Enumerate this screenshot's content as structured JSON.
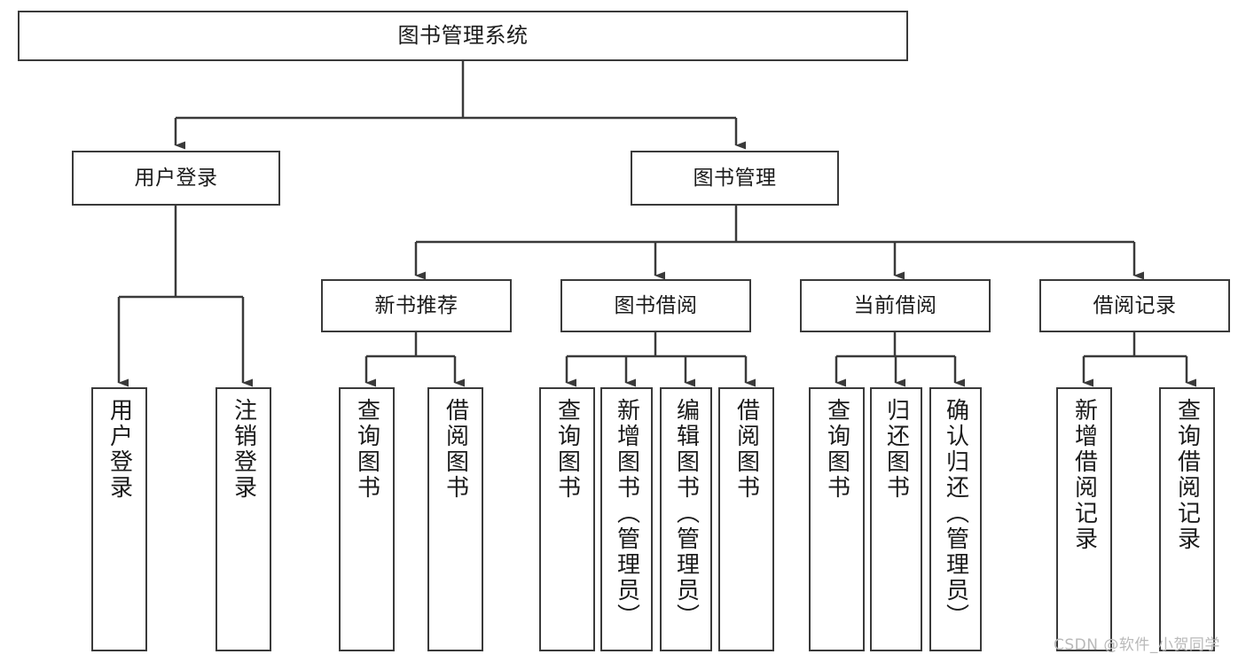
{
  "diagram": {
    "title": "图书管理系统",
    "type": "tree-hierarchy-chart",
    "colors": {
      "stroke": "#3a3a3a",
      "fill": "#ffffff",
      "text": "#1b1b1b",
      "watermark": "#b9b9b9"
    },
    "root": {
      "label": "图书管理系统"
    },
    "level2": [
      {
        "label": "用户登录"
      },
      {
        "label": "图书管理"
      }
    ],
    "level3": [
      {
        "label": "新书推荐"
      },
      {
        "label": "图书借阅"
      },
      {
        "label": "当前借阅"
      },
      {
        "label": "借阅记录"
      }
    ],
    "leaves": {
      "user_login": [
        {
          "label": "用户登录"
        },
        {
          "label": "注销登录"
        }
      ],
      "new_book_recommend": [
        {
          "label": "查询图书"
        },
        {
          "label": "借阅图书"
        }
      ],
      "book_borrow": [
        {
          "label": "查询图书"
        },
        {
          "label": "新增图书（管理员）"
        },
        {
          "label": "编辑图书（管理员）"
        },
        {
          "label": "借阅图书"
        }
      ],
      "current_borrow": [
        {
          "label": "查询图书"
        },
        {
          "label": "归还图书"
        },
        {
          "label": "确认归还（管理员）"
        }
      ],
      "borrow_record": [
        {
          "label": "新增借阅记录"
        },
        {
          "label": "查询借阅记录"
        }
      ]
    },
    "watermark": "CSDN @软件_小贺同学"
  }
}
